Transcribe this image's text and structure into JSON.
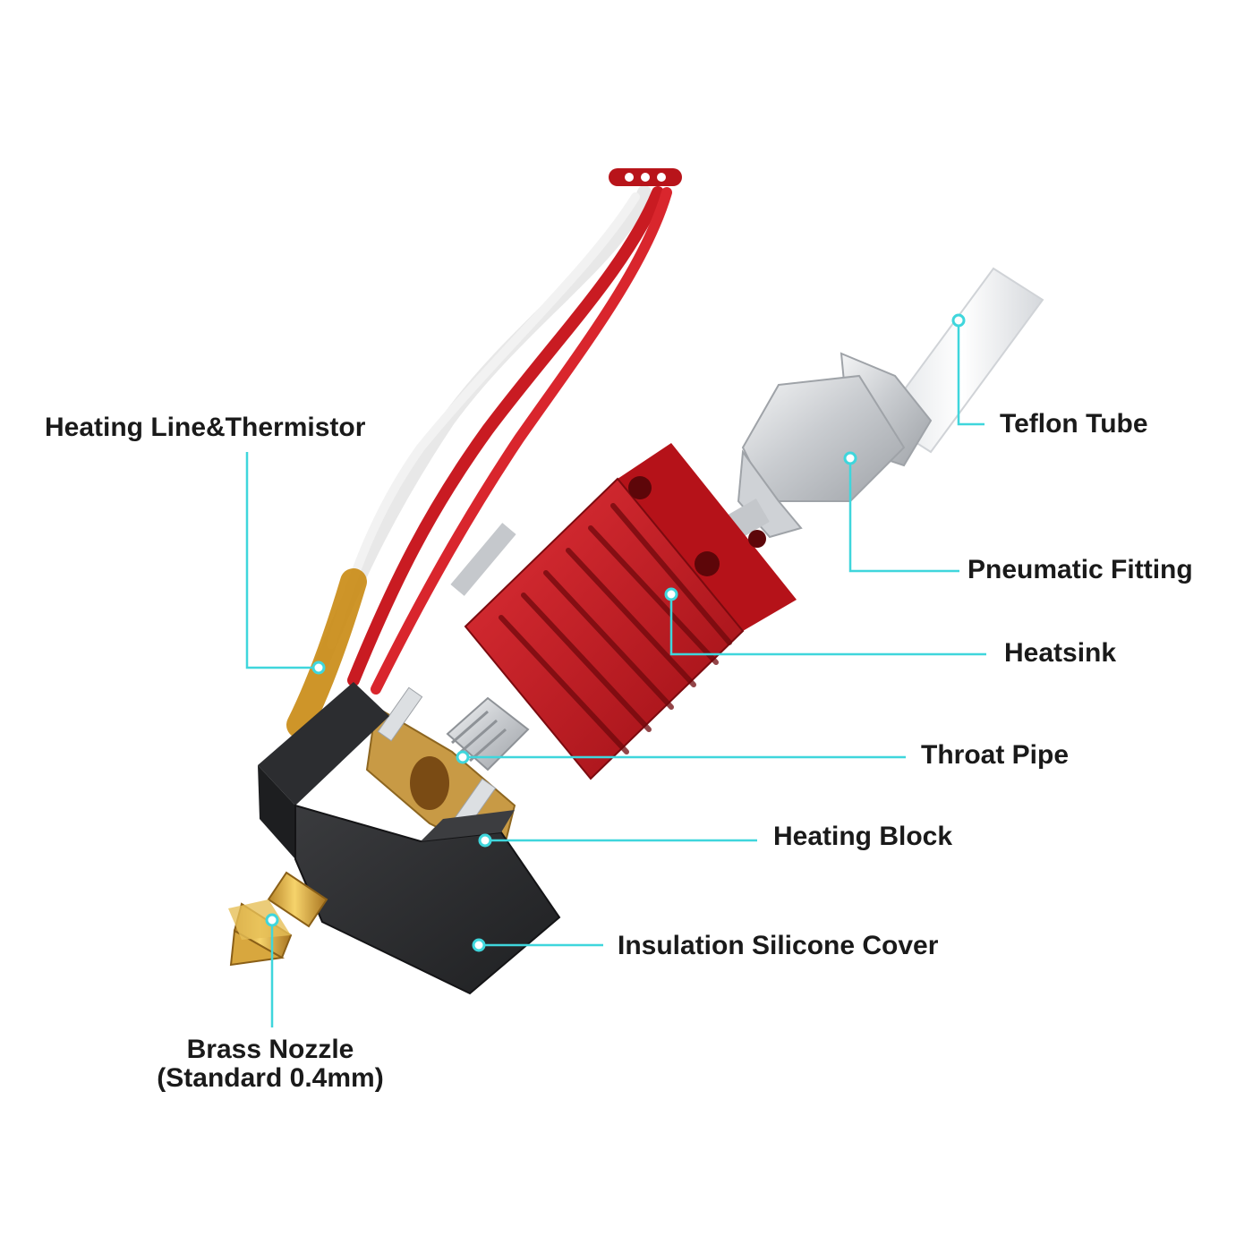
{
  "colors": {
    "leader": "#3fd6dc",
    "heatsink": "#c8161d",
    "silicone": "#2f2f31",
    "brass": "#d9a63a",
    "fitting": "#d2d4d7",
    "tube": "#eef0f2",
    "label_text": "#1a1a1a"
  },
  "labels": {
    "heating_line": "Heating Line&Thermistor",
    "teflon_tube": "Teflon Tube",
    "pneumatic_fitting": "Pneumatic Fitting",
    "heatsink": "Heatsink",
    "throat_pipe": "Throat Pipe",
    "heating_block": "Heating Block",
    "silicone_cover": "Insulation Silicone Cover",
    "nozzle_line1": "Brass Nozzle",
    "nozzle_line2": "(Standard 0.4mm)"
  },
  "icons": {
    "connector": "connector-plug-icon"
  }
}
